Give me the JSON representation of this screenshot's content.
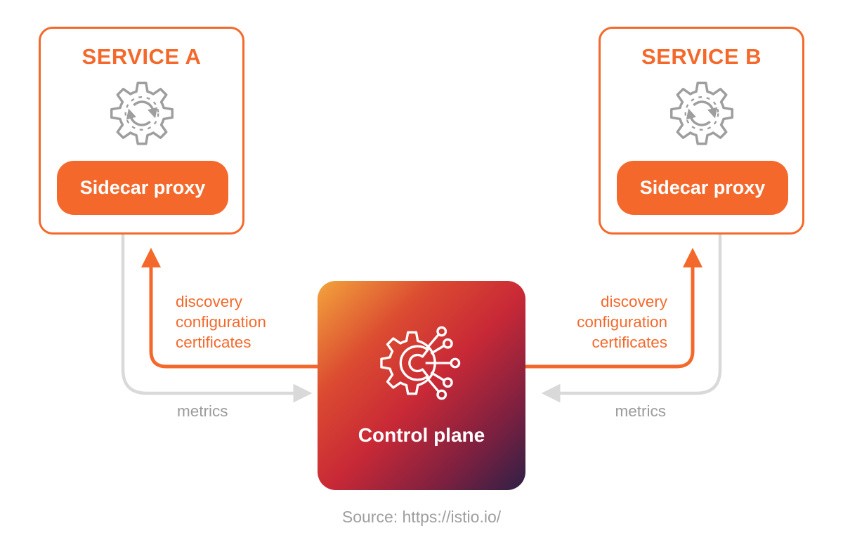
{
  "services": [
    {
      "title": "SERVICE A",
      "proxy": "Sidecar proxy"
    },
    {
      "title": "SERVICE B",
      "proxy": "Sidecar proxy"
    }
  ],
  "control_plane": {
    "label": "Control plane"
  },
  "flows": {
    "discovery_left": {
      "lines": [
        "discovery",
        "configuration",
        "certificates"
      ]
    },
    "discovery_right": {
      "lines": [
        "discovery",
        "configuration",
        "certificates"
      ]
    },
    "metrics_left": {
      "label": "metrics"
    },
    "metrics_right": {
      "label": "metrics"
    }
  },
  "footer": {
    "source_label": "Source: https://istio.io/"
  },
  "colors": {
    "orange": "#F4692B",
    "arrow_gray": "#D9D9D9",
    "label_gray": "#9B9B9B",
    "icon_gray": "#9E9E9E",
    "button_text": "#FFFFFF",
    "cp_gradient_start": "#F3A43C",
    "cp_gradient_mid": "#C92936",
    "cp_gradient_end": "#2E2046"
  },
  "icons": {
    "service_gear": "gear-sync-icon",
    "control_plane_gear": "gear-circuit-icon"
  }
}
